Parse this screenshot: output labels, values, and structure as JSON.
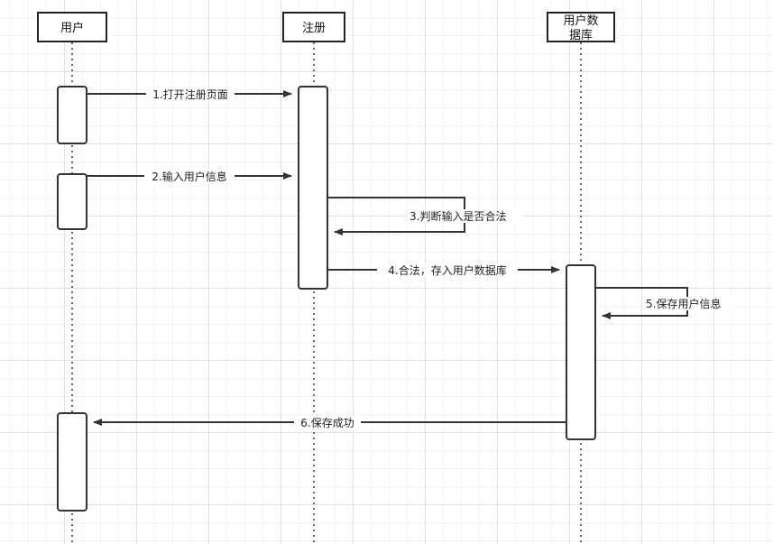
{
  "participants": {
    "user": "用户",
    "register": "注册",
    "db_line1": "用户数",
    "db_line2": "据库"
  },
  "messages": {
    "m1": "1.打开注册页面",
    "m2": "2.输入用户信息",
    "m3": "3.判断输入是否合法",
    "m4": "4.合法，存入用户数据库",
    "m5": "5.保存用户信息",
    "m6": "6.保存成功"
  }
}
